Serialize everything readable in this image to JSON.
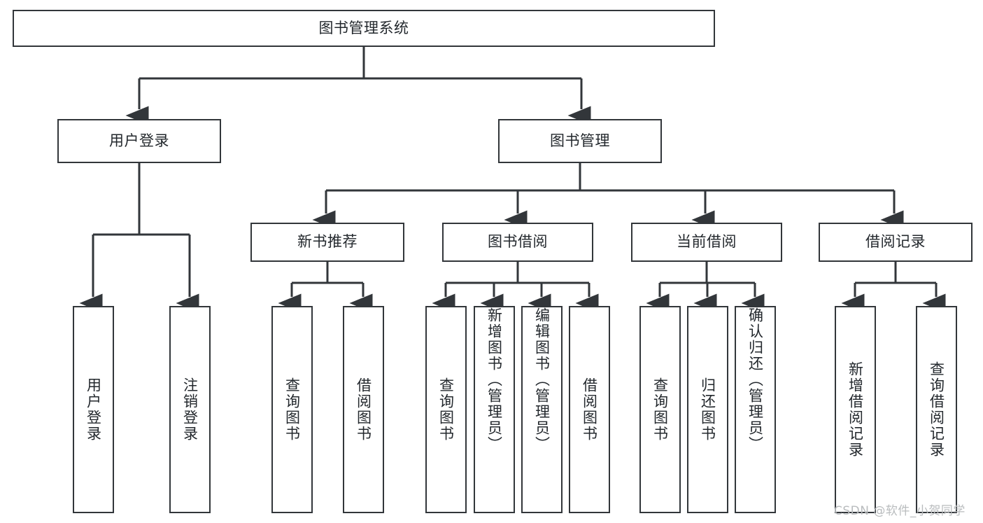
{
  "diagram": {
    "title": "图书管理系统",
    "type": "功能结构图",
    "style": {
      "box_border_color": "#32363a",
      "box_fill_color": "#ffffff",
      "edge_color": "#32363a",
      "text_color": "#23282d",
      "background": "#ffffff"
    }
  },
  "nodes": {
    "root": {
      "label": "图书管理系统"
    },
    "level2": [
      {
        "id": "user-login",
        "label": "用户登录"
      },
      {
        "id": "book-manage",
        "label": "图书管理"
      }
    ],
    "level3": [
      {
        "id": "new-book-recommend",
        "label": "新书推荐"
      },
      {
        "id": "book-borrow",
        "label": "图书借阅"
      },
      {
        "id": "current-borrow",
        "label": "当前借阅"
      },
      {
        "id": "borrow-record",
        "label": "借阅记录"
      }
    ],
    "leaves": {
      "user_login": [
        {
          "id": "leaf-user-login",
          "label": "用户登录"
        },
        {
          "id": "leaf-logout-login",
          "label": "注销登录"
        }
      ],
      "new_book_recommend": [
        {
          "id": "leaf-query-book-1",
          "label": "查询图书"
        },
        {
          "id": "leaf-borrow-book-1",
          "label": "借阅图书"
        }
      ],
      "book_borrow": [
        {
          "id": "leaf-query-book-2",
          "label": "查询图书"
        },
        {
          "id": "leaf-add-book",
          "label": "新增图书（管理员）"
        },
        {
          "id": "leaf-edit-book",
          "label": "编辑图书（管理员）"
        },
        {
          "id": "leaf-borrow-book-2",
          "label": "借阅图书"
        }
      ],
      "current_borrow": [
        {
          "id": "leaf-query-book-3",
          "label": "查询图书"
        },
        {
          "id": "leaf-return-book",
          "label": "归还图书"
        },
        {
          "id": "leaf-confirm-return",
          "label": "确认归还（管理员）"
        }
      ],
      "borrow_record": [
        {
          "id": "leaf-add-record",
          "label": "新增借阅记录"
        },
        {
          "id": "leaf-query-record",
          "label": "查询借阅记录"
        }
      ]
    }
  },
  "watermark": {
    "text": "CSDN @软件_小贺同学"
  }
}
